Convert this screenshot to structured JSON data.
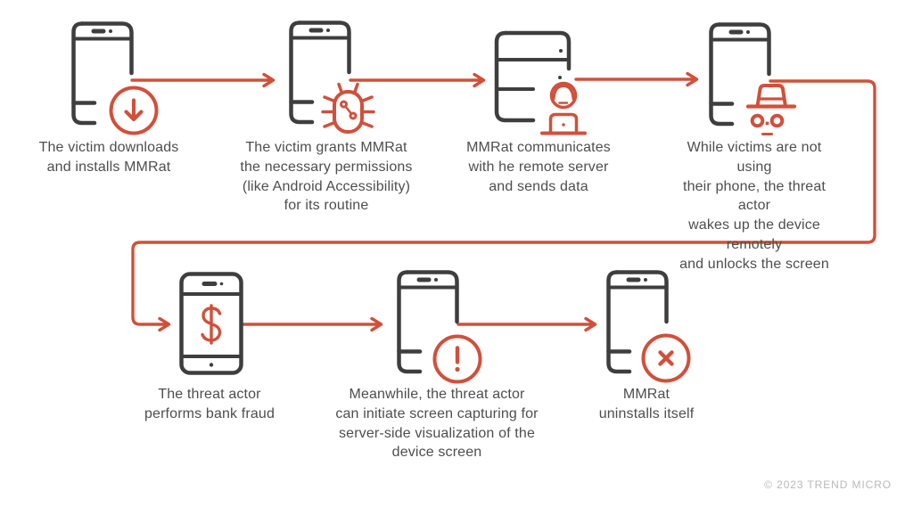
{
  "colors": {
    "accent": "#d1503b",
    "icon_line": "#3e3e3e",
    "caption_text": "#4e4e4e",
    "footer_text": "#b9b9b9"
  },
  "steps": [
    {
      "icon": "phone-download-icon",
      "caption": "The victim downloads\nand installs MMRat"
    },
    {
      "icon": "phone-bug-icon",
      "caption": "The victim grants MMRat\nthe necessary permissions\n(like Android Accessibility)\nfor its routine"
    },
    {
      "icon": "server-threat-actor-icon",
      "caption": "MMRat communicates\nwith  he remote server\nand sends data"
    },
    {
      "icon": "phone-spy-icon",
      "caption": "While victims are not using\ntheir phone, the threat actor\nwakes up the device remotely\nand unlocks the screen"
    },
    {
      "icon": "phone-dollar-icon",
      "caption": "The threat actor\nperforms bank fraud"
    },
    {
      "icon": "phone-alert-icon",
      "caption": "Meanwhile, the threat actor\ncan initiate screen capturing for\nserver-side visualization of the\ndevice screen"
    },
    {
      "icon": "phone-uninstall-icon",
      "caption": "MMRat\nuninstalls itself"
    }
  ],
  "footer": {
    "copyright": "© 2023 TREND MICRO"
  }
}
